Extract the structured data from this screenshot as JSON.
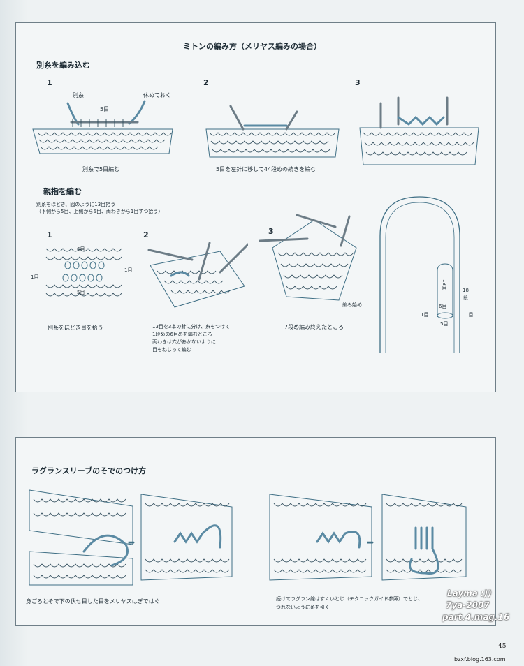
{
  "top_section": {
    "title": "ミトンの編み方（メリヤス編みの場合）",
    "heading_waste": "別糸を編み込む",
    "steps": [
      {
        "num": "1",
        "caption": "別糸で5目編む",
        "label_waste": "別糸",
        "label_rest": "休めておく",
        "count": "5目"
      },
      {
        "num": "2",
        "caption": "5目を左針に移して44段めの続きを編む"
      },
      {
        "num": "3"
      }
    ],
    "heading_thumb": "親指を編む",
    "thumb_intro": [
      "別糸をほどき、図のように13目拾う",
      "（下側から5目、上側から6目、両わきから1目ずつ拾う）"
    ],
    "thumb_steps": [
      {
        "num": "1",
        "caption": "別糸をほどき目を拾う",
        "top": "6目",
        "bottom": "5目",
        "left": "1目",
        "right": "1目"
      },
      {
        "num": "2",
        "caption_lines": [
          "13目を3本の針に分け、糸をつけて",
          "1段めの6目めを編むところ",
          "両わきは穴があかないように",
          "目をねじって編む"
        ]
      },
      {
        "num": "3",
        "caption": "7段め編み終えたところ",
        "start_label": "編み始め"
      }
    ],
    "mitten": {
      "h": "13目",
      "rows_a": "18",
      "rows_b": "段",
      "top": "6目",
      "bottom": "5目",
      "left": "1目",
      "right": "1目"
    }
  },
  "bottom_section": {
    "heading": "ラグランスリーブのそでのつけ方",
    "caption_left": "身ごろとそで下の伏せ目した目をメリヤスはぎではぐ",
    "caption_right": [
      "続けてラグラン線はすくいとじ（テクニックガイド参照）でとじ、",
      "つれないように糸を引く"
    ]
  },
  "watermark": [
    "Layma :))",
    "7ya-2007",
    "part.4.mag.16"
  ],
  "page_number": "45",
  "footer": "bzxf.blog.163.com",
  "colors": {
    "line": "#3f6f85",
    "yarn": "#5a8aa3",
    "needle": "#6c7c86",
    "box_border": "#6f7f88"
  }
}
